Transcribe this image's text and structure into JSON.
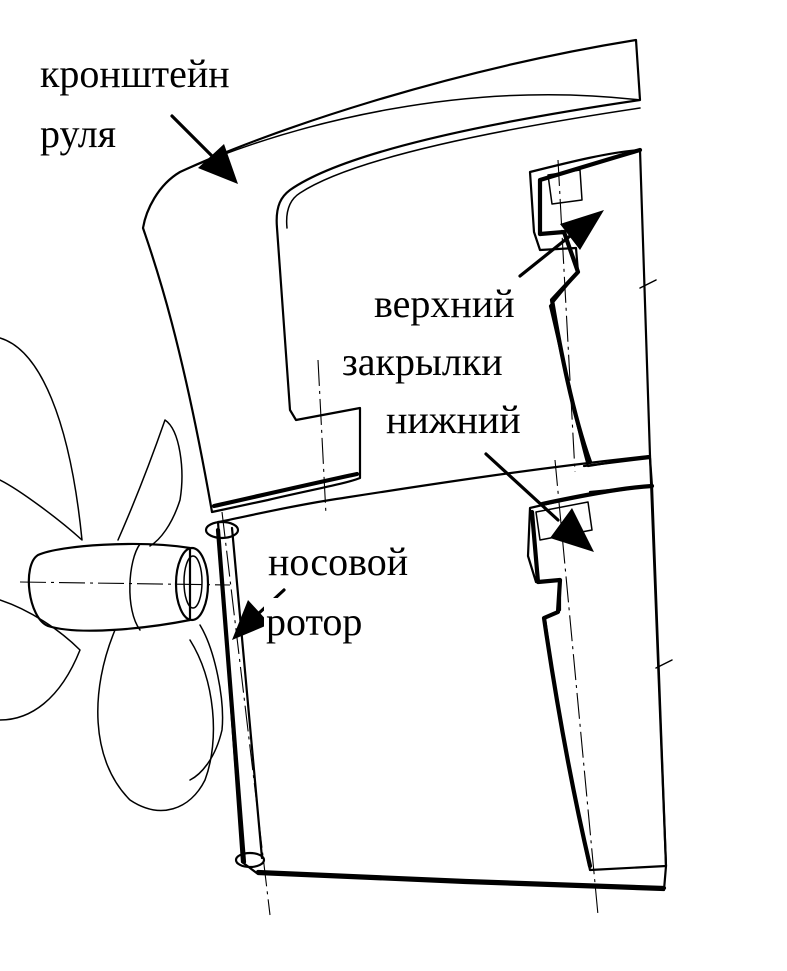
{
  "labels": {
    "bracket_line1": "кронштейн",
    "bracket_line2": "руля",
    "upper": "верхний",
    "flaps": "закрылки",
    "lower": "нижний",
    "nose_line1": "носовой",
    "nose_line2": "ротор"
  },
  "colors": {
    "ink": "#000000",
    "paper": "#ffffff"
  }
}
